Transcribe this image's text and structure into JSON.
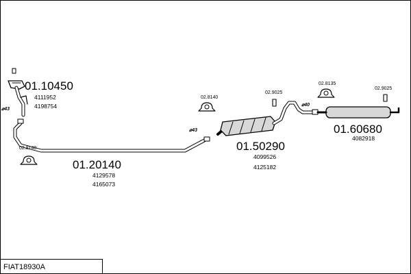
{
  "parts": [
    {
      "id": "p1",
      "code": "01.10450",
      "refs": [
        "4111952",
        "4198754"
      ]
    },
    {
      "id": "p2",
      "code": "01.20140",
      "refs": [
        "4129578",
        "4165073"
      ]
    },
    {
      "id": "p3",
      "code": "01.50290",
      "refs": [
        "4099526",
        "4125182"
      ]
    },
    {
      "id": "p4",
      "code": "01.60680",
      "refs": [
        "4082918"
      ]
    }
  ],
  "mounts": [
    "02.8140",
    "02.8140",
    "02.9025",
    "02.8135",
    "02.9025"
  ],
  "diameters": [
    "⌀43",
    "⌀43",
    "⌀40"
  ],
  "footer": {
    "code": "FIAT18930A"
  },
  "colors": {
    "line": "#000000",
    "pipe_fill": "#ffffff",
    "muffler_fill": "#d8d8d8"
  }
}
